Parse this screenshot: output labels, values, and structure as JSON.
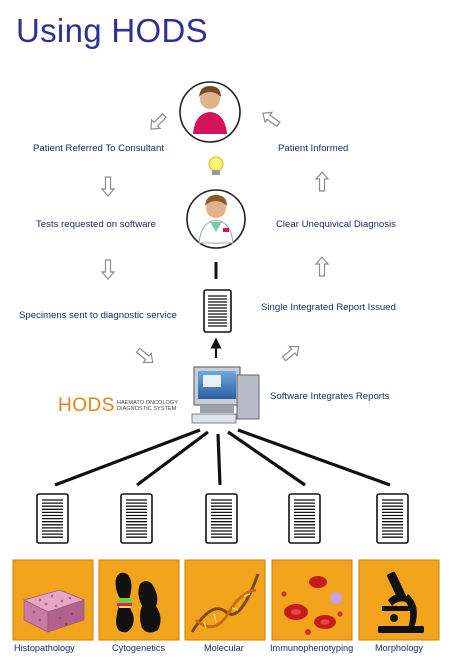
{
  "title": "Using HODS",
  "flow_labels": {
    "referred": "Patient Referred To Consultant",
    "informed": "Patient Informed",
    "tests": "Tests requested on software",
    "diagnosis": "Clear Unequivical Diagnosis",
    "specimens": "Specimens sent to diagnostic service",
    "report": "Single Integrated Report Issued",
    "integrates": "Software Integrates Reports"
  },
  "logo": {
    "word": "HODS",
    "line1": "HAEMATO ONCOLOGY",
    "line2": "DIAGNOSTIC SYSTEM"
  },
  "services": [
    {
      "label": "Histopathology",
      "icon": "tissue-icon"
    },
    {
      "label": "Cytogenetics",
      "icon": "chromosome-icon"
    },
    {
      "label": "Molecular",
      "icon": "dna-icon"
    },
    {
      "label": "Immunophenotyping",
      "icon": "blood-cells-icon"
    },
    {
      "label": "Morphology",
      "icon": "microscope-icon"
    }
  ],
  "colors": {
    "title": "#2e3192",
    "label": "#1b2a6b",
    "tile": "#f2a51c",
    "logo": "#e8801a"
  }
}
